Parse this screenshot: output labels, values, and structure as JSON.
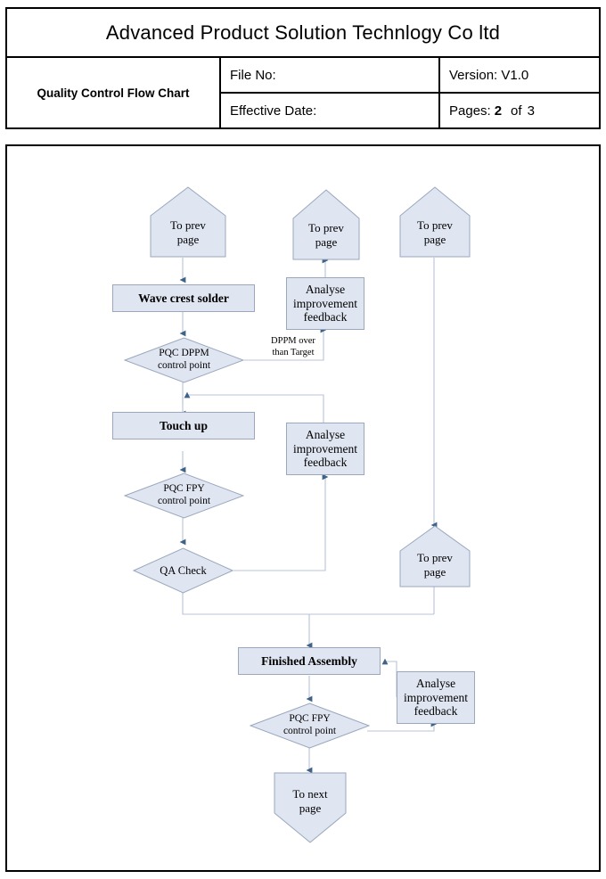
{
  "header": {
    "company_title": "Advanced Product Solution Technlogy Co ltd",
    "doc_type": "Quality Control Flow Chart",
    "file_no_label": "File No:",
    "file_no_value": "",
    "version_label": "Version: V1.0",
    "effective_date_label": "Effective Date:",
    "effective_date_value": "",
    "pages_label": "Pages:",
    "pages_current": "2",
    "pages_of": "of",
    "pages_total": "3"
  },
  "colors": {
    "node_fill": "#dfe5f1",
    "node_stroke": "#9aa7bd",
    "connector": "#b9c3d4",
    "arrow": "#3f6287",
    "border": "#000000"
  },
  "flow": {
    "nodes": [
      {
        "id": "to-prev-page-1",
        "type": "pentagon-up",
        "text": "To prev\npage"
      },
      {
        "id": "wave-crest-solder",
        "type": "process",
        "text": "Wave crest solder"
      },
      {
        "id": "pqc-dppm-control",
        "type": "decision",
        "text": "PQC  DPPM\ncontrol point"
      },
      {
        "id": "touch-up",
        "type": "process",
        "text": "Touch up"
      },
      {
        "id": "pqc-fpy-control-1",
        "type": "decision",
        "text": "PQC  FPY\ncontrol point"
      },
      {
        "id": "qa-check",
        "type": "decision",
        "text": "QA Check"
      },
      {
        "id": "finished-assembly",
        "type": "process",
        "text": "Finished Assembly"
      },
      {
        "id": "pqc-fpy-control-2",
        "type": "decision",
        "text": "PQC  FPY\ncontrol point"
      },
      {
        "id": "to-next-page",
        "type": "pentagon-down",
        "text": "To next\npage"
      },
      {
        "id": "analyse-feedback-1",
        "type": "data",
        "text": "Analyse\nimprovement\nfeedback"
      },
      {
        "id": "analyse-feedback-2",
        "type": "data",
        "text": "Analyse\nimprovement\nfeedback"
      },
      {
        "id": "analyse-feedback-3",
        "type": "data",
        "text": "Analyse\nimprovement\nfeedback"
      },
      {
        "id": "to-prev-page-2",
        "type": "pentagon-up",
        "text": "To prev\npage"
      },
      {
        "id": "to-prev-page-3",
        "type": "pentagon-up",
        "text": "To prev\npage"
      },
      {
        "id": "to-prev-page-4",
        "type": "pentagon-up",
        "text": "To prev\npage"
      }
    ],
    "labels": [
      {
        "id": "dppm-over-target",
        "line1": "DPPM over",
        "line2": "than Target"
      }
    ],
    "node_text": {
      "to_prev_page_1_l1": "To prev",
      "to_prev_page_1_l2": "page",
      "to_prev_page_2_l1": "To prev",
      "to_prev_page_2_l2": "page",
      "to_prev_page_3_l1": "To prev",
      "to_prev_page_3_l2": "page",
      "to_prev_page_4_l1": "To prev",
      "to_prev_page_4_l2": "page",
      "to_next_page_l1": "To next",
      "to_next_page_l2": "page",
      "wave_crest_solder": "Wave crest solder",
      "touch_up": "Touch up",
      "finished_assembly": "Finished Assembly",
      "pqc_dppm_l1": "PQC  DPPM",
      "pqc_dppm_l2": "control point",
      "pqc_fpy1_l1": "PQC  FPY",
      "pqc_fpy1_l2": "control point",
      "pqc_fpy2_l1": "PQC  FPY",
      "pqc_fpy2_l2": "control point",
      "qa_check": "QA Check",
      "analyse_l1": "Analyse",
      "analyse_l2": "improvement",
      "analyse_l3": "feedback",
      "dppm_label_l1": "DPPM over",
      "dppm_label_l2": "than Target"
    }
  }
}
